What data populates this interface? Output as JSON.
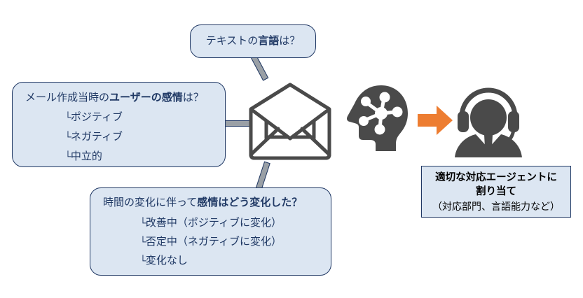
{
  "diagram": {
    "title": "Email sentiment and language analysis routing diagram",
    "colors": {
      "callout_fill": "#DCE6F2",
      "callout_border": "#203864",
      "tail_fill": "#9AA0A6",
      "icon_dark": "#4A4A4A",
      "arrow_orange": "#ED7D31",
      "text_navy": "#1F3864"
    }
  },
  "bubbles": {
    "language": {
      "title_plain_1": "テキストの",
      "title_bold": "言語",
      "title_plain_2": "は？"
    },
    "sentiment": {
      "title_plain_1": "メール作成当時の",
      "title_bold": "ユーザーの感情",
      "title_plain_2": "は？",
      "tick": "└",
      "options": [
        "ポジティブ",
        "ネガティブ",
        "中立的"
      ]
    },
    "trend": {
      "title_plain_1": "時間の変化に伴って",
      "title_bold": "感情はどう変化した？",
      "title_plain_2": "",
      "tick": "└",
      "options": [
        "改善中（ポジティブに変化）",
        "否定中（ネガティブに変化）",
        "変化なし"
      ]
    }
  },
  "icons": {
    "envelope": "open-envelope-icon",
    "brain": "brain-head-icon",
    "agent": "headset-agent-icon",
    "arrow": "orange-right-arrow-icon"
  },
  "result": {
    "line1": "適切な対応エージェントに",
    "line2": "割り当て",
    "line3": "（対応部門、言語能力など）"
  }
}
